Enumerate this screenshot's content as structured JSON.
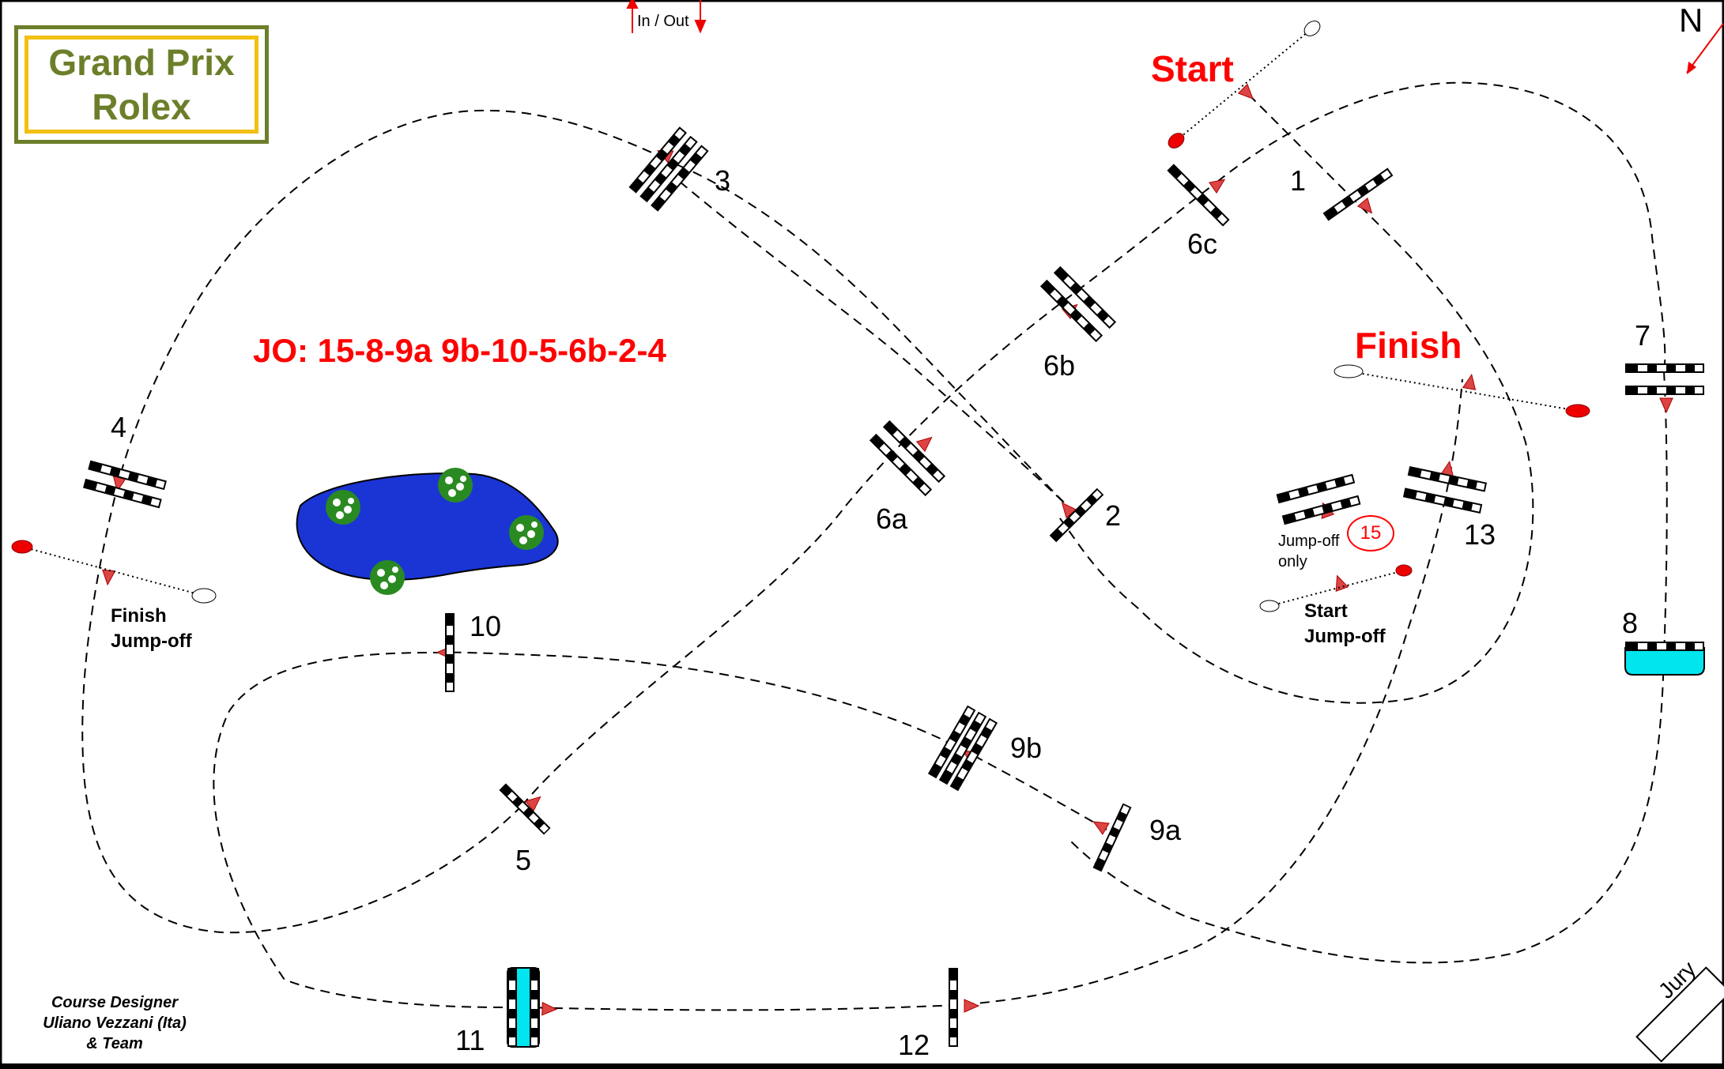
{
  "title": {
    "line1": "Grand Prix",
    "line2": "Rolex"
  },
  "jump_off_sequence": "JO: 15-8-9a 9b-10-5-6b-2-4",
  "compass": "N",
  "gate": "In / Out",
  "jury": "Jury",
  "start": "Start",
  "finish": "Finish",
  "finish_jumpoff": {
    "line1": "Finish",
    "line2": "Jump-off"
  },
  "start_jumpoff": {
    "line1": "Start",
    "line2": "Jump-off"
  },
  "jumpoff_only": {
    "line1": "Jump-off",
    "line2": "only",
    "number": "15"
  },
  "designer": {
    "line1": "Course Designer",
    "line2": "Uliano Vezzani (Ita)",
    "line3": "& Team"
  },
  "obstacles": {
    "n1": "1",
    "n2": "2",
    "n3": "3",
    "n4": "4",
    "n5": "5",
    "n6a": "6a",
    "n6b": "6b",
    "n6c": "6c",
    "n7": "7",
    "n8": "8",
    "n9a": "9a",
    "n9b": "9b",
    "n10": "10",
    "n11": "11",
    "n12": "12",
    "n13": "13"
  },
  "colors": {
    "route": "#000000",
    "arrow": "#dd2222",
    "title_green": "#6b7f2a",
    "title_gold": "#f2c010",
    "water": "#1a35d4",
    "water_jump": "#00e5ee",
    "flag_red": "#ee0000"
  }
}
